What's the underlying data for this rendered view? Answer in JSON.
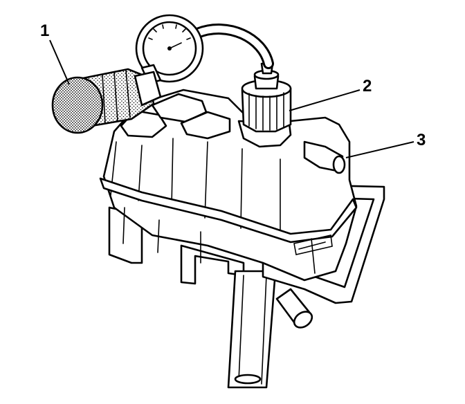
{
  "diagram": {
    "callouts": [
      {
        "id": "1",
        "label": "1"
      },
      {
        "id": "2",
        "label": "2"
      },
      {
        "id": "3",
        "label": "3"
      }
    ],
    "colors": {
      "ink": "#000000",
      "background": "#ffffff",
      "stipple": "#777777"
    },
    "icons": [
      "pressure-pump-bulb",
      "pressure-gauge",
      "cap-adapter",
      "coolant-reservoir",
      "mounting-bracket"
    ]
  }
}
